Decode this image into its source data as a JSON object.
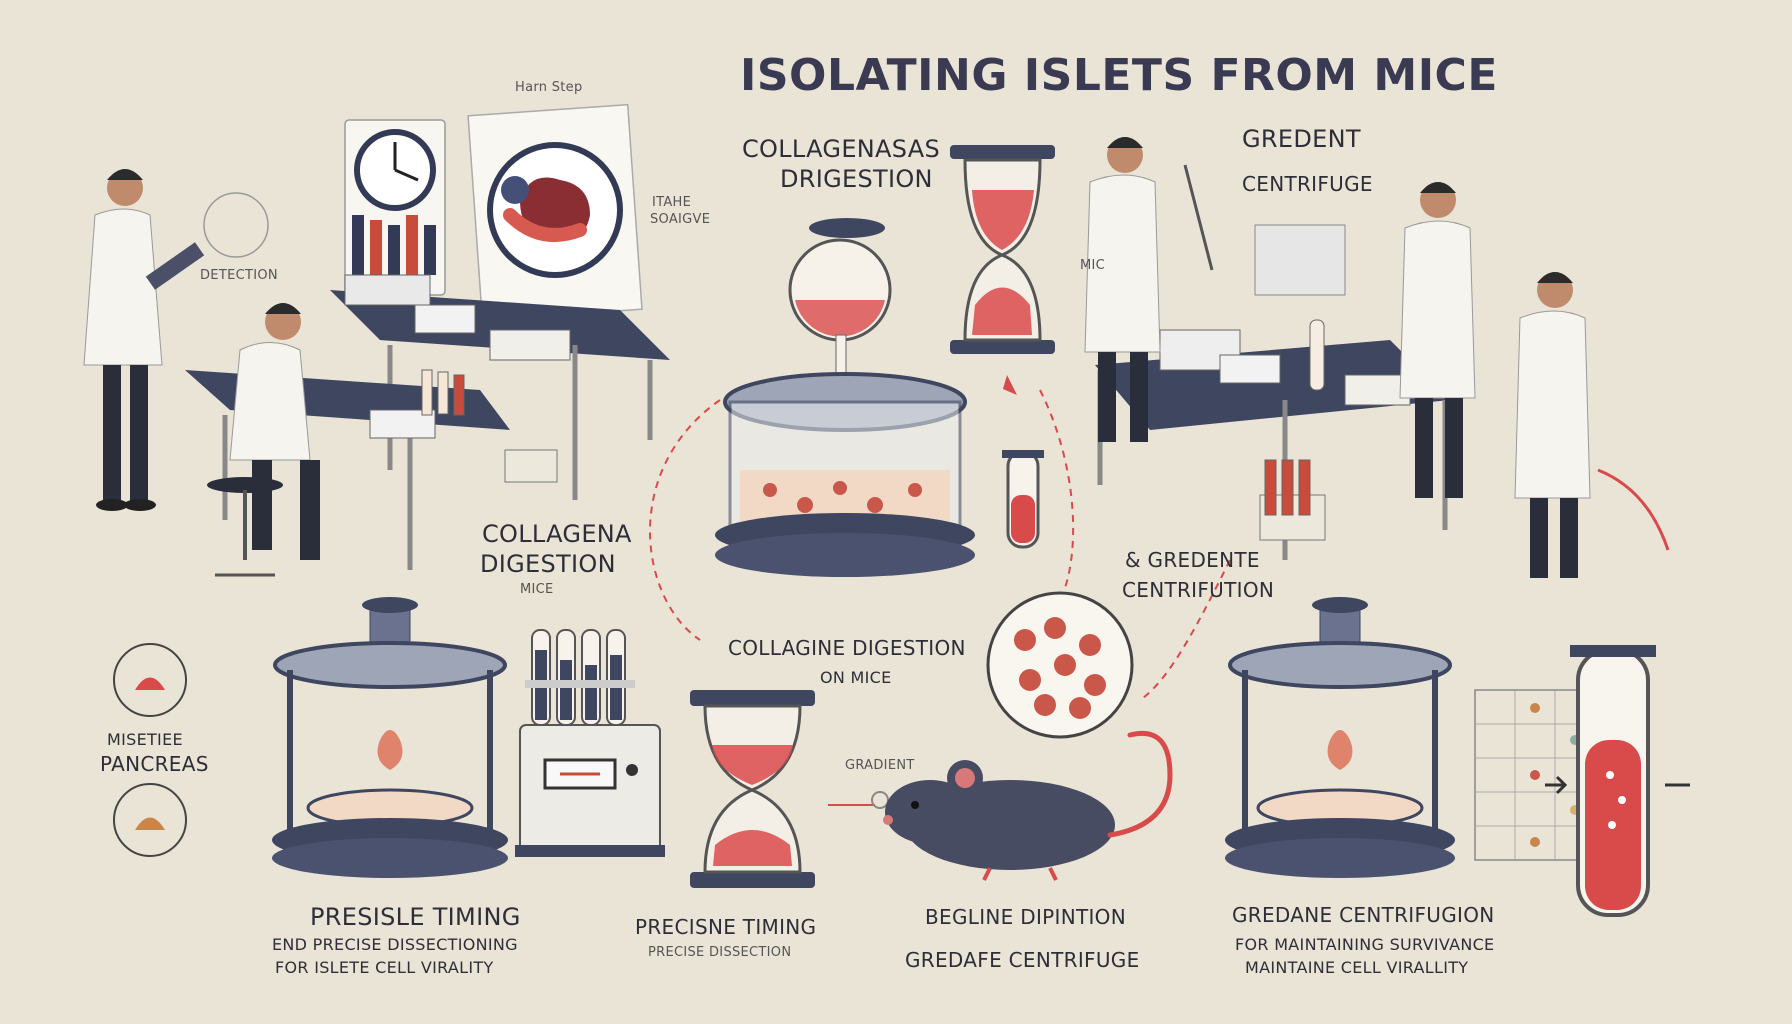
{
  "title": "ISOLATING ISLETS FROM MICE",
  "labels": {
    "harn_step": "Harn Step",
    "collagenase_top_1": "COLLAGENASAS",
    "collagenase_top_2": "DRIGESTION",
    "gradient_top_1": "GREDENT",
    "gradient_top_2": "CENTRIFUGE",
    "detection": "DETECTION",
    "note_left_1": "ITAHE",
    "note_left_2": "SOAIGVE",
    "mic_small": "MIC",
    "collagena_mid_1": "COLLAGENA",
    "collagena_mid_2": "DIGESTION",
    "collagena_mid_3": "MICE",
    "gradient_mid_1": "& GREDENTE",
    "gradient_mid_2": "CENTRIFUTION",
    "center_1": "COLLAGINE DIGESTION",
    "center_2": "ON MICE",
    "mouse_pancreas_1": "MISETIEE",
    "mouse_pancreas_2": "PANCREAS",
    "precise_1_a": "PRESISLE TIMING",
    "precise_1_b": "END PRECISE DISSECTIONING",
    "precise_1_c": "FOR ISLETE CELL VIRALITY",
    "precise_2_a": "PRECISNE TIMING",
    "precise_2_b": "PRECISE DISSECTION",
    "arrow_small": "GRADIENT",
    "beg_1": "BEGLINE DIPINTION",
    "beg_2": "GREDAFE CENTRIFUGE",
    "grad_bottom_1": "GREDANE CENTRIFUGION",
    "grad_bottom_2": "FOR MAINTAINING SURVIVANCE",
    "grad_bottom_3": "MAINTAINE CELL VIRALLITY"
  },
  "colors": {
    "background": "#e9e4d6",
    "accent_red": "#d94a4a",
    "navy": "#3f4660",
    "coat": "#f5f4ef",
    "tissue": "#f2d9c6"
  }
}
